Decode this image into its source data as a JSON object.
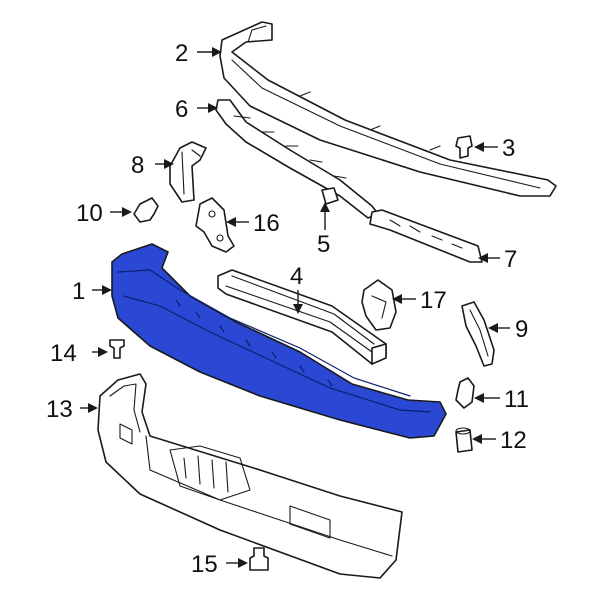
{
  "diagram": {
    "highlight_color": "#2a48d4",
    "callouts": [
      {
        "id": "c1",
        "label": "1"
      },
      {
        "id": "c2",
        "label": "2"
      },
      {
        "id": "c3",
        "label": "3"
      },
      {
        "id": "c4",
        "label": "4"
      },
      {
        "id": "c5",
        "label": "5"
      },
      {
        "id": "c6",
        "label": "6"
      },
      {
        "id": "c7",
        "label": "7"
      },
      {
        "id": "c8",
        "label": "8"
      },
      {
        "id": "c9",
        "label": "9"
      },
      {
        "id": "c10",
        "label": "10"
      },
      {
        "id": "c11",
        "label": "11"
      },
      {
        "id": "c12",
        "label": "12"
      },
      {
        "id": "c13",
        "label": "13"
      },
      {
        "id": "c14",
        "label": "14"
      },
      {
        "id": "c15",
        "label": "15"
      },
      {
        "id": "c16",
        "label": "16"
      },
      {
        "id": "c17",
        "label": "17"
      }
    ]
  }
}
